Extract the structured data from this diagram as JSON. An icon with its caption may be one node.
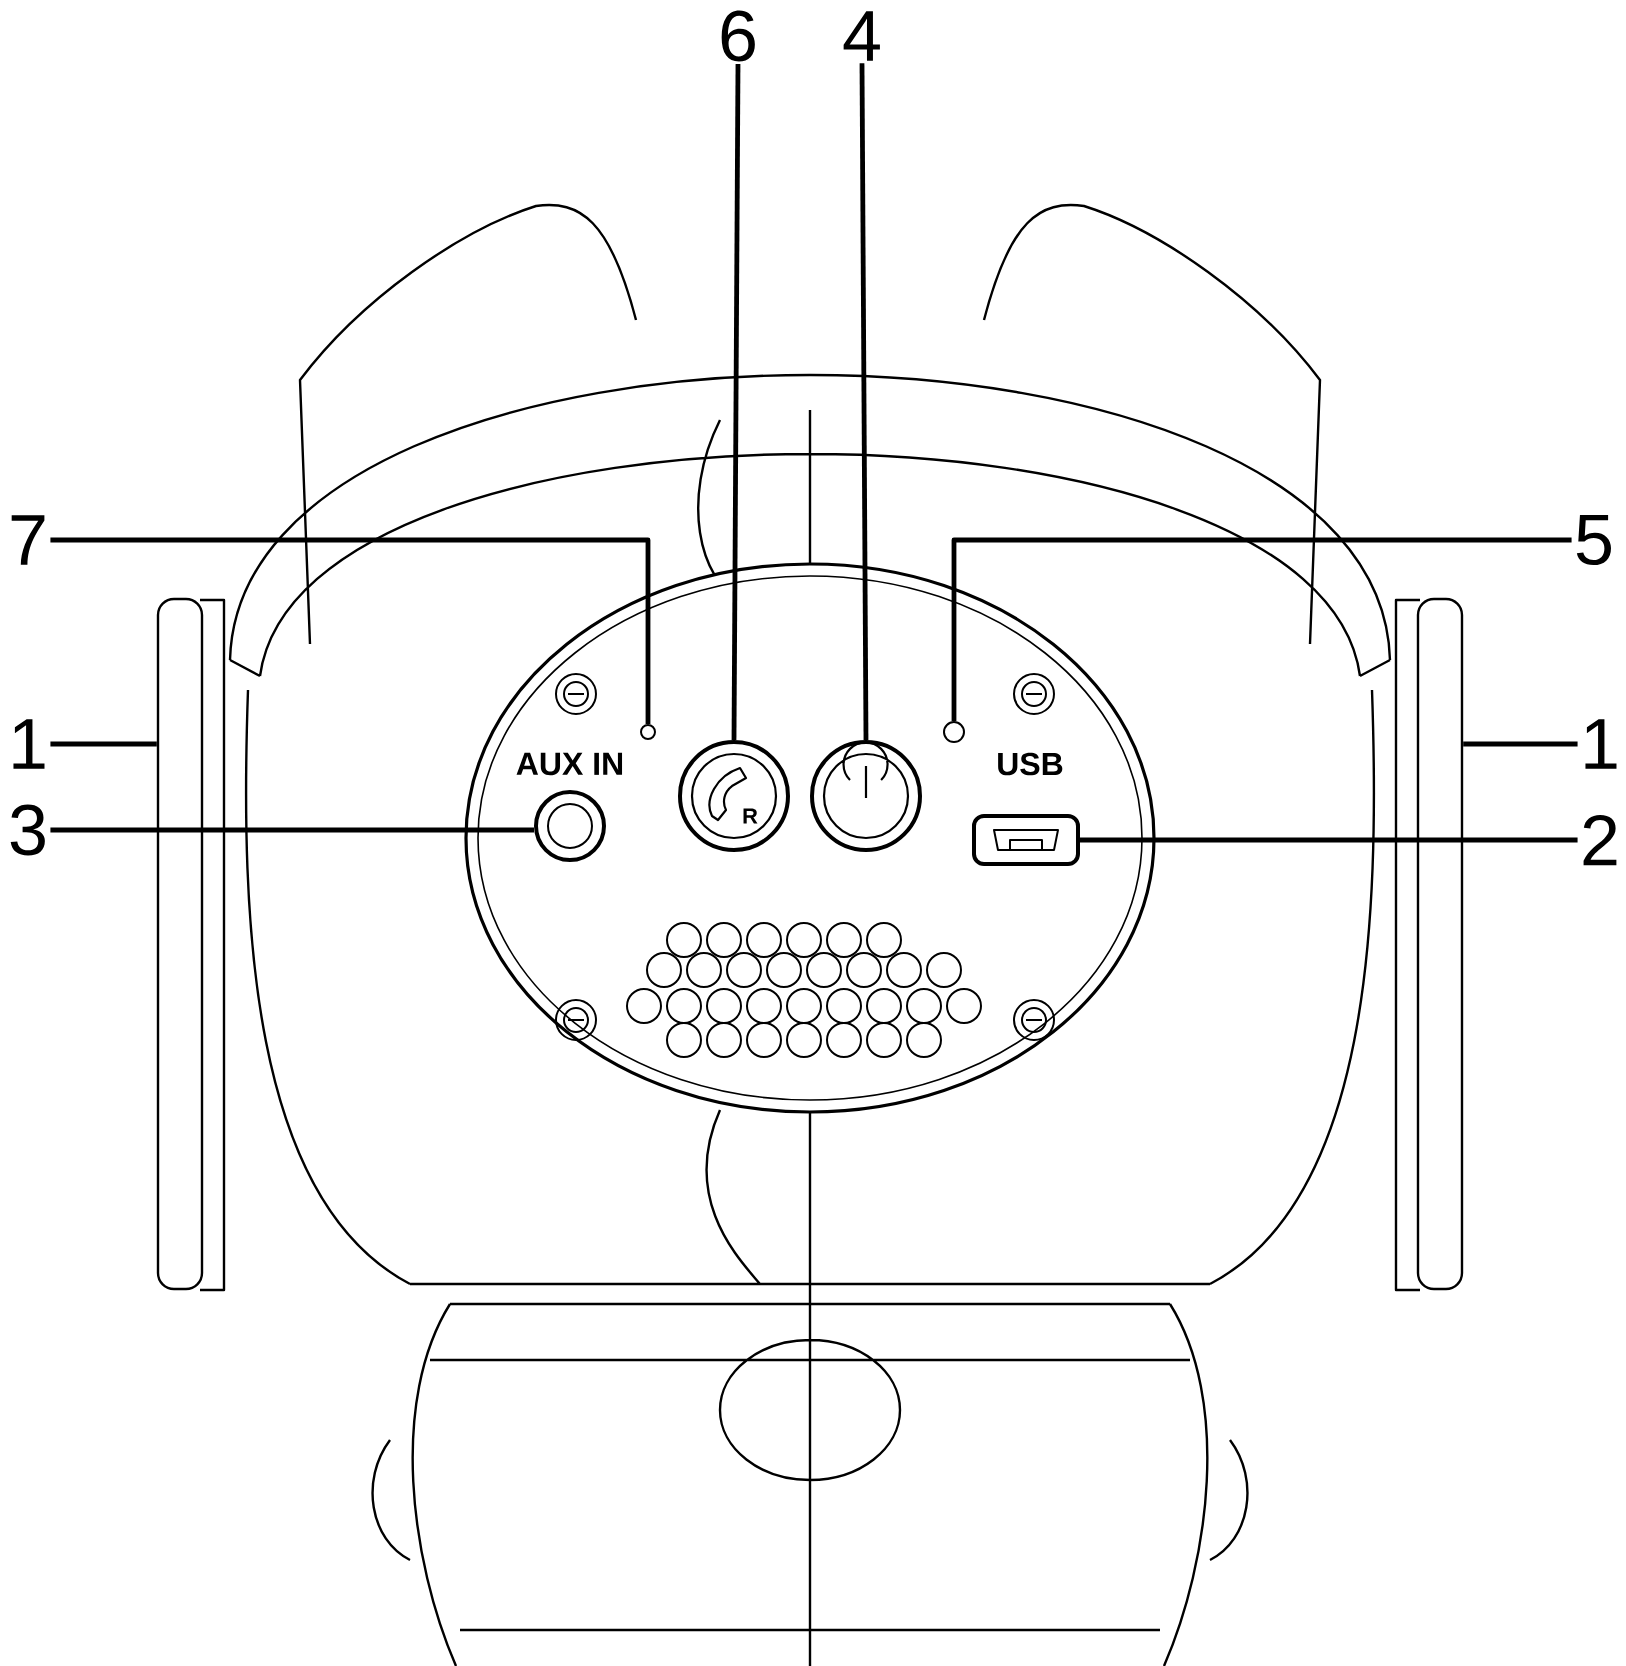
{
  "diagram": {
    "nodes": [
      {
        "text": [
          "7"
        ]
      },
      {
        "text": [
          "6"
        ]
      },
      {
        "text": [
          "4"
        ]
      },
      {
        "text": [
          "5"
        ]
      },
      {
        "text": [
          "1"
        ]
      },
      {
        "text": [
          "1"
        ]
      },
      {
        "text": [
          "3"
        ]
      },
      {
        "text": [
          "2"
        ]
      },
      {
        "text": [],
        "shape": "circle"
      },
      {
        "text": [],
        "shape": "circle"
      },
      {
        "text": [],
        "shape": "circle"
      },
      {
        "text": [],
        "shape": "circle"
      },
      {
        "text": [],
        "shape": "bar"
      },
      {
        "text": [],
        "shape": "bar"
      },
      {
        "text": [],
        "shape": "circle"
      },
      {
        "text": [],
        "shape": "box"
      }
    ],
    "edges": [
      {
        "from": 0,
        "to": 8,
        "arrow": "none"
      },
      {
        "from": 1,
        "to": 9,
        "arrow": "none"
      },
      {
        "from": 2,
        "to": 10,
        "arrow": "none"
      },
      {
        "from": 3,
        "to": 11,
        "arrow": "none"
      },
      {
        "from": 4,
        "to": 12,
        "arrow": "none"
      },
      {
        "from": 5,
        "to": 13,
        "arrow": "none"
      },
      {
        "from": 6,
        "to": 14,
        "arrow": "none"
      },
      {
        "from": 7,
        "to": 15,
        "arrow": "none"
      }
    ],
    "labels": [
      "AUX IN",
      "R",
      "USB"
    ]
  }
}
